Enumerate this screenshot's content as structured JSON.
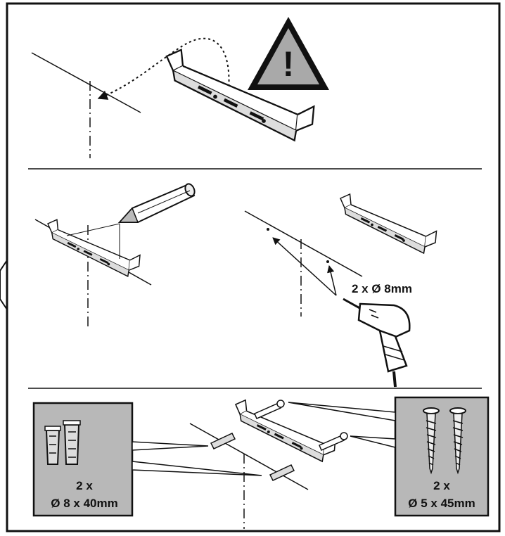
{
  "colors": {
    "ink": "#111111",
    "panel_fill": "#b8b8b8",
    "warning_fill": "#a9a9a9",
    "paper": "#ffffff"
  },
  "warning": {
    "symbol": "!",
    "icon": "warning-triangle-icon"
  },
  "drill_spec": {
    "label": "2 x Ø 8mm"
  },
  "wall_plugs": {
    "count": "2 x",
    "size": "Ø 8 x 40mm",
    "icon": "wall-plug-icon"
  },
  "screws": {
    "count": "2 x",
    "size": "Ø 5 x 45mm",
    "icon": "screw-icon"
  }
}
